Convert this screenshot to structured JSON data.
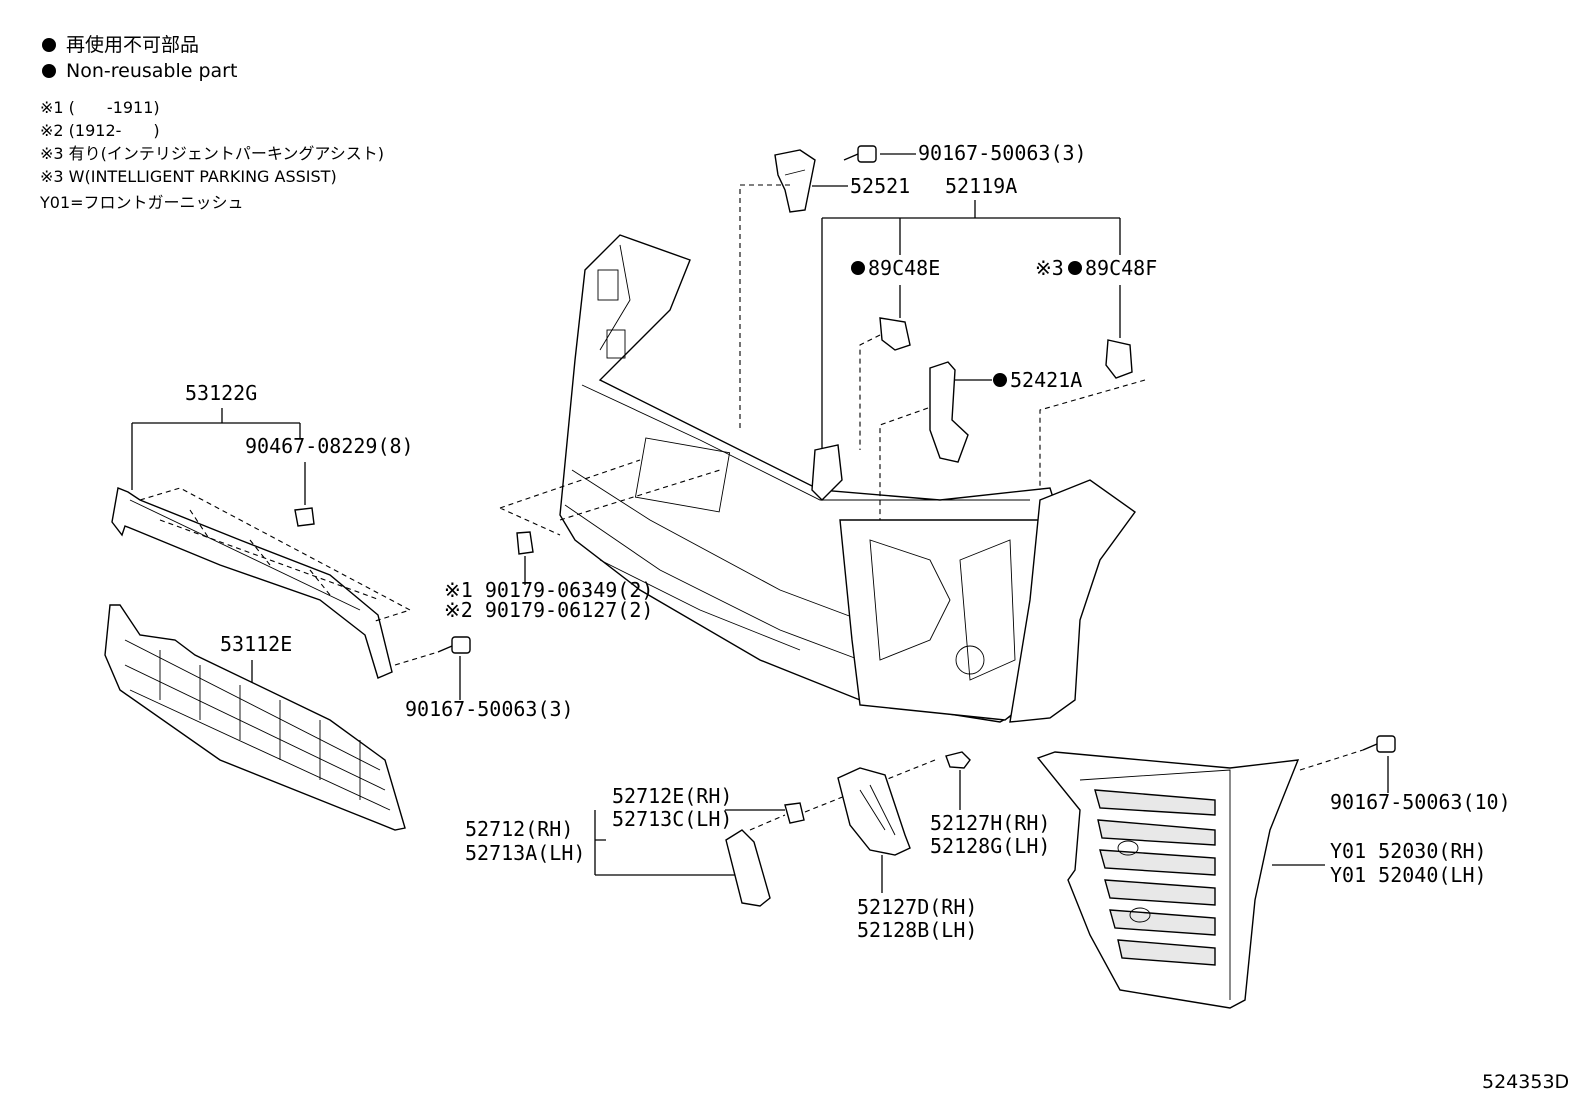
{
  "legend": {
    "line_jp": "再使用不可部品",
    "line_en": "Non-reusable part"
  },
  "notes": [
    "※1 (　　-1911)",
    "※2 (1912-　　)",
    "※3 有り(インテリジェントパーキングアシスト)",
    "※3 W(INTELLIGENT PARKING ASSIST)",
    "Y01=フロントガーニッシュ"
  ],
  "labels": {
    "p90167_top": "90167-50063(3)",
    "p52521": "52521",
    "p52119A": "52119A",
    "p89C48E": "89C48E",
    "p89C48F_prefix": "※3",
    "p89C48F": "89C48F",
    "p52421A": "52421A",
    "p53122G": "53122G",
    "p90467": "90467-08229(8)",
    "p53112E": "53112E",
    "p90179_1": "※1 90179-06349(2)",
    "p90179_2": "※2 90179-06127(2)",
    "p90167_left": "90167-50063(3)",
    "p52712E": "52712E(RH)",
    "p52713C": "52713C(LH)",
    "p52712": "52712(RH)",
    "p52713A": "52713A(LH)",
    "p52127H": "52127H(RH)",
    "p52128G": "52128G(LH)",
    "p52127D": "52127D(RH)",
    "p52128B": "52128B(LH)",
    "p90167_right": "90167-50063(10)",
    "pY01_52030": "Y01 52030(RH)",
    "pY01_52040": "Y01 52040(LH)"
  },
  "diagram_id": "524353D",
  "colors": {
    "line": "#000000",
    "part_fill": "#ffffff",
    "shade": "#e8e8e8"
  }
}
